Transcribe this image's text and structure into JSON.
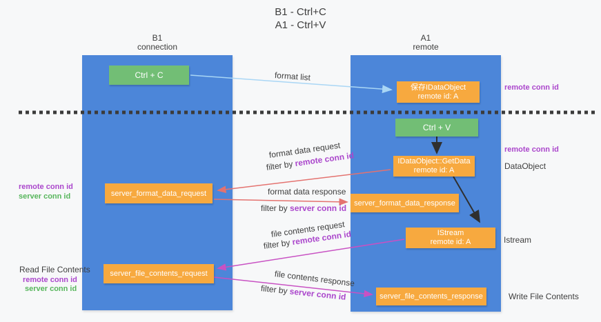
{
  "title": {
    "line1": "B1 - Ctrl+C",
    "line2": "A1 - Ctrl+V"
  },
  "lanes": {
    "left": {
      "name": "B1",
      "role": "connection"
    },
    "right": {
      "name": "A1",
      "role": "remote"
    }
  },
  "nodes": {
    "ctrl_c": {
      "label": "Ctrl + C"
    },
    "save_dataobject": {
      "line1": "保存IDataObject",
      "line2": "remote id: A"
    },
    "ctrl_v": {
      "label": "Ctrl + V"
    },
    "getdata": {
      "line1": "IDataObject::GetData",
      "line2": "remote id: A"
    },
    "server_format_data_request": {
      "label": "server_format_data_request"
    },
    "server_format_data_response": {
      "label": "server_format_data_response"
    },
    "istream": {
      "line1": "IStream",
      "line2": "remote id: A"
    },
    "server_file_contents_request": {
      "label": "server_file_contents_request"
    },
    "server_file_contents_response": {
      "label": "server_file_contents_response"
    }
  },
  "arrows": {
    "format_list": {
      "label": "format list"
    },
    "format_data_request": {
      "label": "format data request",
      "filter_prefix": "filter by ",
      "filter_key": "remote conn id"
    },
    "format_data_response": {
      "label": "format data response",
      "filter_prefix": "filter by ",
      "filter_key": "server conn id"
    },
    "file_contents_request": {
      "label": "file contents request",
      "filter_prefix": "filter by ",
      "filter_key": "remote conn id"
    },
    "file_contents_response": {
      "label": "file contents response",
      "filter_prefix": "filter by ",
      "filter_key": "server conn id"
    }
  },
  "side_labels": {
    "right_top_remote_conn_id": "remote conn id",
    "right_mid_remote_conn_id": "remote conn id",
    "right_dataobject": "DataObject",
    "right_istream": "Istream",
    "right_write_file_contents": "Write File Contents",
    "left_remote_conn_id": "remote conn id",
    "left_server_conn_id": "server conn id",
    "left_read_file_contents": "Read File Contents",
    "left_remote_conn_id_2": "remote conn id",
    "left_server_conn_id_2": "server conn id"
  },
  "colors": {
    "lane_blue": "#4c86d9",
    "node_green": "#72be75",
    "node_orange": "#f7a93f",
    "arrow_red": "#e4726f",
    "arrow_magenta": "#c851c3",
    "arrow_light_blue": "#a9d6f5",
    "arrow_black": "#2f2f2f",
    "text_purple": "#ab47cc",
    "text_green": "#57b65c",
    "divider_dark": "#3b3b3b"
  }
}
